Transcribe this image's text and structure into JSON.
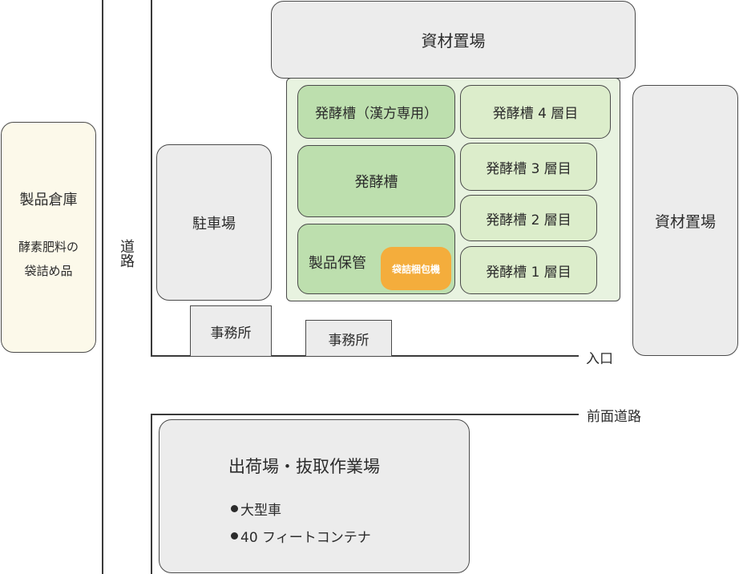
{
  "materials_top": "資材置場",
  "materials_right": "資材置場",
  "warehouse": {
    "title": "製品倉庫",
    "sub1": "酵素肥料の",
    "sub2": "袋詰め品"
  },
  "road_left": "道路",
  "parking": "駐車場",
  "office1": "事務所",
  "office2": "事務所",
  "tanks": {
    "kampo": "発酵槽（漢方専用）",
    "main": "発酵槽",
    "storage": "製品保管",
    "bagging": "袋詰梱包機",
    "floor4": "発酵槽 4 層目",
    "floor3": "発酵槽 3 層目",
    "floor2": "発酵槽 2 層目",
    "floor1": "発酵槽 1 層目"
  },
  "entrance": "入口",
  "front_road": "前面道路",
  "shipping": {
    "title": "出荷場・抜取作業場",
    "item1": "大型車",
    "item2": "40 フィートコンテナ"
  },
  "colors": {
    "gray_fill": "#ececec",
    "green_area": "#e8f3e0",
    "tank_dark": "#bddfae",
    "tank_light": "#dcedcb",
    "warehouse_fill": "#fcf9ea",
    "bagging_orange": "#f4ad3c"
  }
}
